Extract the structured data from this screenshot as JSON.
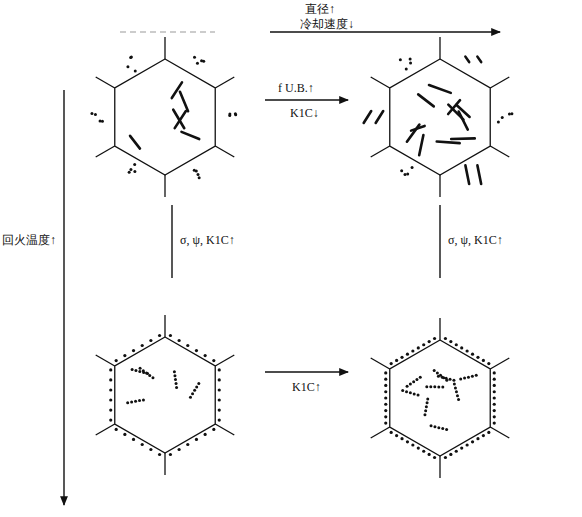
{
  "diagram": {
    "labels": [
      "直径↑",
      "冷却速度↓",
      "回火温度↑",
      "f U.B.↑",
      "K1C↓",
      "σ, ψ, K1C↑",
      "σ, ψ, K1C↑",
      "K1C↑"
    ]
  }
}
